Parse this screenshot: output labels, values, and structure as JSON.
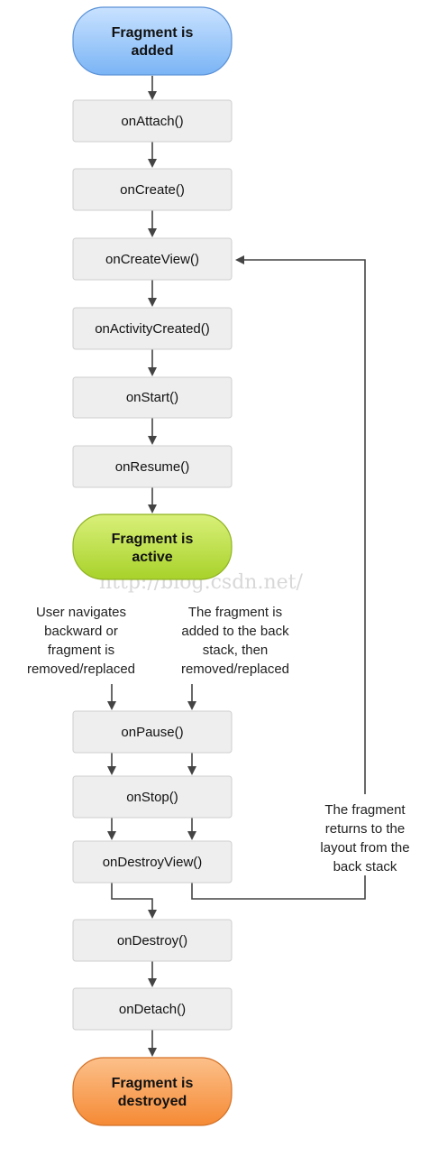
{
  "colors": {
    "background": "#ffffff",
    "method_box_fill": "#eeeeee",
    "method_box_border": "#cfcfcf",
    "added_pill": "#8ec0f7",
    "active_pill": "#b7dd3c",
    "destroyed_pill": "#f89a4e",
    "arrow": "#444444"
  },
  "states": {
    "added": [
      "Fragment is",
      "added"
    ],
    "active": [
      "Fragment is",
      "active"
    ],
    "destroyed": [
      "Fragment is",
      "destroyed"
    ]
  },
  "methods": {
    "on_attach": "onAttach()",
    "on_create": "onCreate()",
    "on_create_view": "onCreateView()",
    "on_activity_created": "onActivityCreated()",
    "on_start": "onStart()",
    "on_resume": "onResume()",
    "on_pause": "onPause()",
    "on_stop": "onStop()",
    "on_destroy_view": "onDestroyView()",
    "on_destroy": "onDestroy()",
    "on_detach": "onDetach()"
  },
  "labels": {
    "user_navigates": [
      "User navigates",
      "backward or",
      "fragment is",
      "removed/replaced"
    ],
    "back_stack": [
      "The fragment is",
      "added to the back",
      "stack, then",
      "removed/replaced"
    ],
    "returns": [
      "The fragment",
      "returns to the",
      "layout from the",
      "back stack"
    ]
  },
  "watermark": "http://blog.csdn.net/"
}
